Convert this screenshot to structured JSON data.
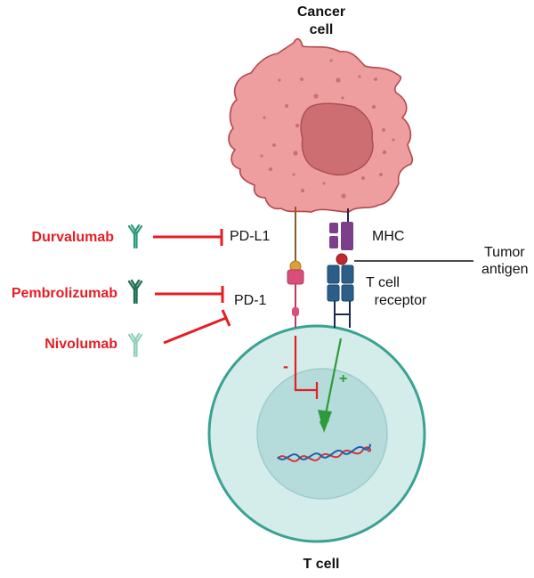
{
  "diagram": {
    "title_cancer": [
      "Cancer",
      "cell"
    ],
    "title_tcell": "T cell",
    "drugs": [
      {
        "name": "Durvalumab",
        "target": "PD-L1",
        "antibody_color": "#2a9a7a"
      },
      {
        "name": "Pembrolizumab",
        "target": "PD-1",
        "antibody_color": "#1f6f52"
      },
      {
        "name": "Nivolumab",
        "target": "PD-1",
        "antibody_color": "#8fd0bb"
      }
    ],
    "molecules": {
      "pdl1": "PD-L1",
      "pd1": "PD-1",
      "mhc": "MHC",
      "tcr": [
        "T cell",
        "receptor"
      ],
      "antigen": [
        "Tumor",
        "antigen"
      ]
    },
    "signals": {
      "inhibit": "-",
      "activate": "+"
    },
    "colors": {
      "drug_text": "#e41e25",
      "inhibit_line": "#e41e25",
      "activate_arrow": "#2e9b3a",
      "cancer_cell": "#ee9e9f",
      "cancer_nucleus": "#cc6e72",
      "tcell_outer": "#d4ecea",
      "tcell_border": "#3aa292",
      "tcell_nucleus": "#b5dcda",
      "mhc": "#7b3f8c",
      "tcr": "#2b5f8a"
    }
  }
}
